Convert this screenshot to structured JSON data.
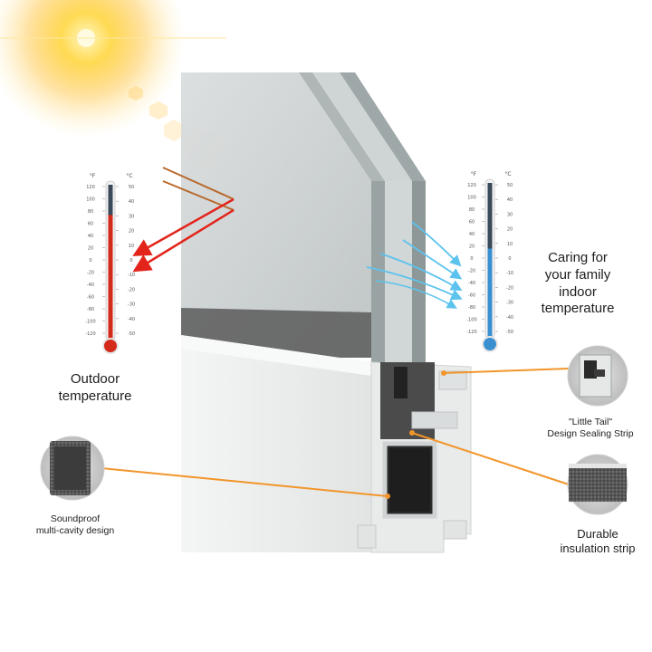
{
  "labels": {
    "caring": "Caring for\nyour family\nindoor\ntemperature",
    "outdoor": "Outdoor\ntemperature",
    "little_tail": "\"Little Tail\"\nDesign Sealing Strip",
    "soundproof": "Soundproof\nmulti-cavity design",
    "durable": "Durable\ninsulation strip"
  },
  "thermometers": {
    "outdoor": {
      "unit_f": "°F",
      "unit_c": "°C",
      "f_scale": [
        "120",
        "100",
        "80",
        "60",
        "40",
        "20",
        "0",
        "-20",
        "-40",
        "-60",
        "-80",
        "-100",
        "-120"
      ],
      "c_scale": [
        "50",
        "40",
        "30",
        "20",
        "10",
        "0",
        "-10",
        "-20",
        "-30",
        "-40",
        "-50"
      ],
      "fill_level": 0.78,
      "color": "#d32a1c"
    },
    "indoor": {
      "unit_f": "°F",
      "unit_c": "°C",
      "f_scale": [
        "120",
        "100",
        "80",
        "60",
        "40",
        "20",
        "0",
        "-20",
        "-40",
        "-60",
        "-80",
        "-100",
        "-120"
      ],
      "c_scale": [
        "50",
        "40",
        "30",
        "20",
        "10",
        "0",
        "-10",
        "-20",
        "-30",
        "-40",
        "-50"
      ],
      "fill_level": 0.55,
      "color": "#3a8fd0"
    }
  },
  "colors": {
    "callout_line": "#f2952b",
    "heat_arrow": "#e3241b",
    "cool_arrow": "#5cc3ee",
    "sun": "#ffd23a"
  }
}
